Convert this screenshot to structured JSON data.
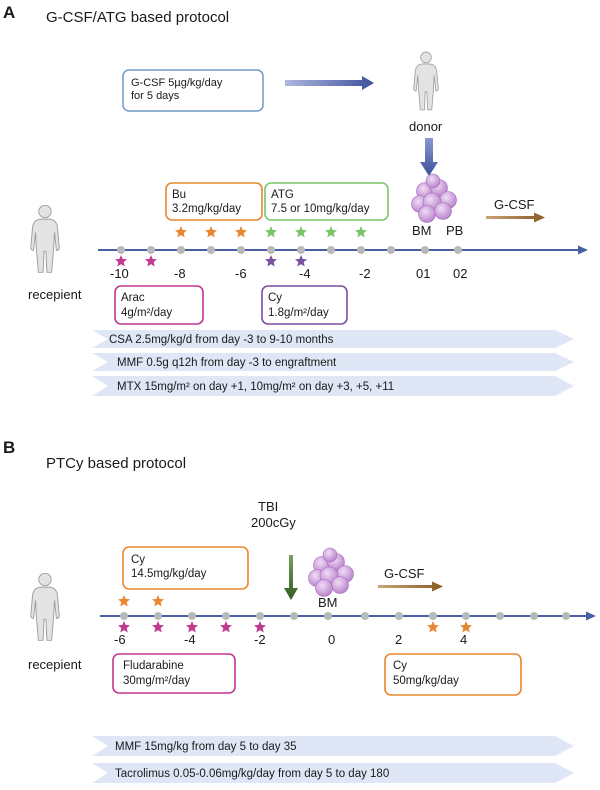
{
  "panel_a": {
    "letter": "A",
    "title": "G-CSF/ATG based protocol",
    "donor_box": {
      "line1": "G-CSF 5µg/kg/day",
      "line2": "for 5 days"
    },
    "donor_label": "donor",
    "bu_box": {
      "line1": "Bu",
      "line2": "3.2mg/kg/day"
    },
    "atg_box": {
      "line1": "ATG",
      "line2": "7.5 or 10mg/kg/day"
    },
    "bm_label": "BM",
    "pb_label": "PB",
    "gcsf_label": "G-CSF",
    "recipient_label": "recepient",
    "ticks": [
      "-10",
      "-8",
      "-6",
      "-4",
      "-2",
      "01",
      "02"
    ],
    "arac_box": {
      "line1": "Arac",
      "line2": "4g/m²/day"
    },
    "cy_box": {
      "line1": "Cy",
      "line2": "1.8g/m²/day"
    },
    "bands": [
      "CSA 2.5mg/kg/d from day -3 to 9-10 months",
      "MMF 0.5g q12h from day -3 to engraftment",
      "MTX 15mg/m² on day +1, 10mg/m² on day +3, +5, +11"
    ]
  },
  "panel_b": {
    "letter": "B",
    "title": "PTCy based protocol",
    "tbi": {
      "line1": "TBI",
      "line2": "200cGy"
    },
    "cy_box": {
      "line1": "Cy",
      "line2": "14.5mg/kg/day"
    },
    "bm_label": "BM",
    "gcsf_label": "G-CSF",
    "recipient_label": "recepient",
    "ticks": [
      "-6",
      "-4",
      "-2",
      "0",
      "2",
      "4"
    ],
    "flu_box": {
      "line1": "Fludarabine",
      "line2": "30mg/m²/day"
    },
    "cy2_box": {
      "line1": "Cy",
      "line2": "50mg/kg/day"
    },
    "bands": [
      "MMF 15mg/kg from day 5 to day 35",
      "Tacrolimus 0.05-0.06mg/kg/day from day 5 to day 180"
    ]
  },
  "colors": {
    "timeline": "#4a5fa6",
    "orange": "#e8872f",
    "green": "#7cc46a",
    "magenta": "#c2378f",
    "purple": "#7b4fa0",
    "blue_box": "#6f98c9",
    "dot": "#b9b9b9",
    "band": "#dfe6f6",
    "gcsf_arrow": "#9a6a2e",
    "tbi_arrow": "#3e6b2c",
    "cell": "#c99ad6"
  }
}
